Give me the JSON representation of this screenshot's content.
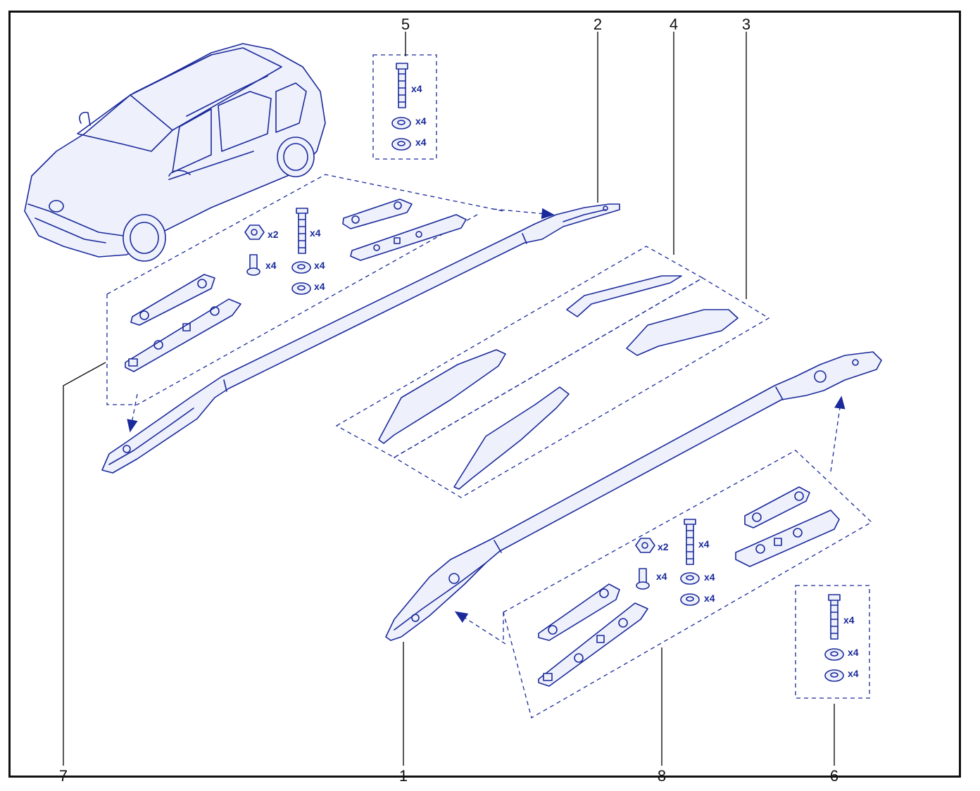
{
  "callouts": {
    "c1": "1",
    "c2": "2",
    "c3": "3",
    "c4": "4",
    "c5": "5",
    "c6": "6",
    "c7": "7",
    "c8": "8"
  },
  "quantities": {
    "kit5_stud": "x4",
    "kit5_spacer": "x4",
    "kit5_washer": "x4",
    "kit7_clip": "x2",
    "kit7_stud": "x4",
    "kit7_screw": "x4",
    "kit7_spacer": "x4",
    "kit7_washer": "x4",
    "kit8_clip": "x2",
    "kit8_stud": "x4",
    "kit8_screw": "x4",
    "kit8_spacer": "x4",
    "kit8_washer": "x4",
    "kit6_stud": "x4",
    "kit6_spacer": "x4",
    "kit6_washer": "x4"
  },
  "colors": {
    "line": "#1a2a9a",
    "frame": "#111111",
    "fill": "#eef0fb"
  }
}
